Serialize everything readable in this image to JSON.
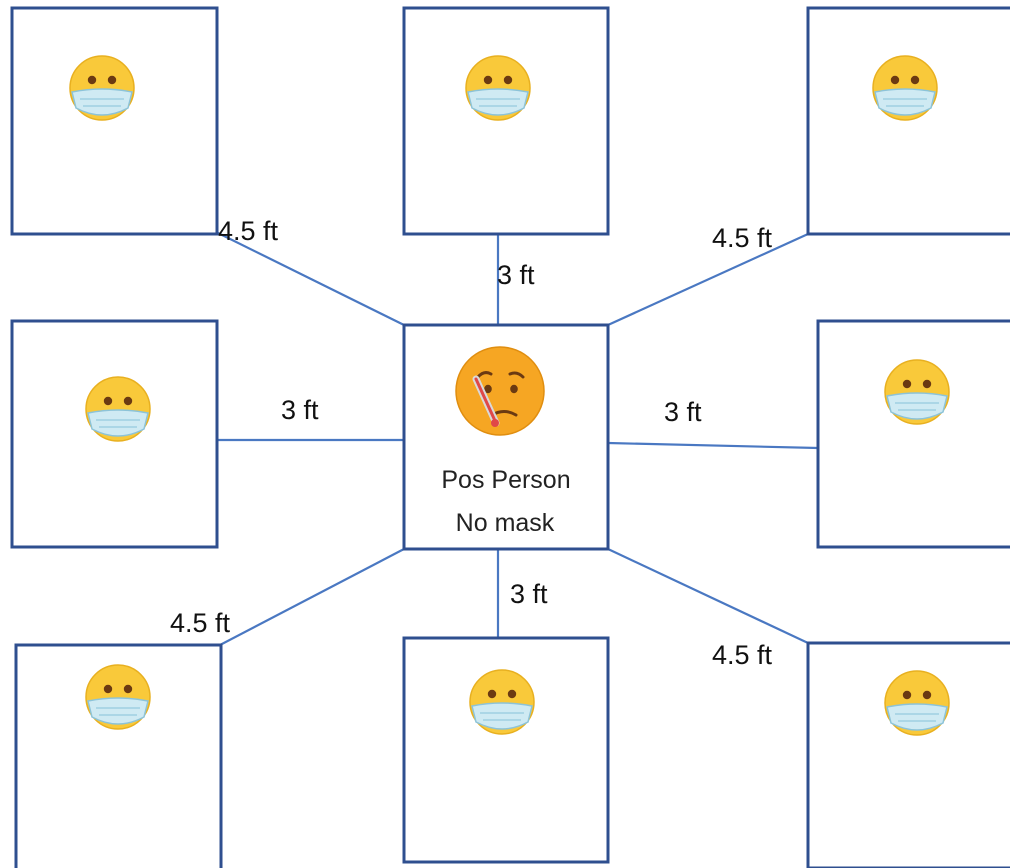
{
  "center": {
    "line1": "Pos Person",
    "line2": "No mask",
    "icon": "sick-face-thermometer-icon"
  },
  "neighbors": {
    "icon": "masked-face-icon",
    "count": 8
  },
  "distances": {
    "top_left": "4.5 ft",
    "top": "3 ft",
    "top_right": "4.5 ft",
    "left": "3 ft",
    "right": "3 ft",
    "bottom_left": "4.5 ft",
    "bottom": "3 ft",
    "bottom_right": "4.5 ft"
  },
  "colors": {
    "box_border": "#2f4f8f",
    "connector": "#4a78c2",
    "face": "#f9c93a"
  }
}
